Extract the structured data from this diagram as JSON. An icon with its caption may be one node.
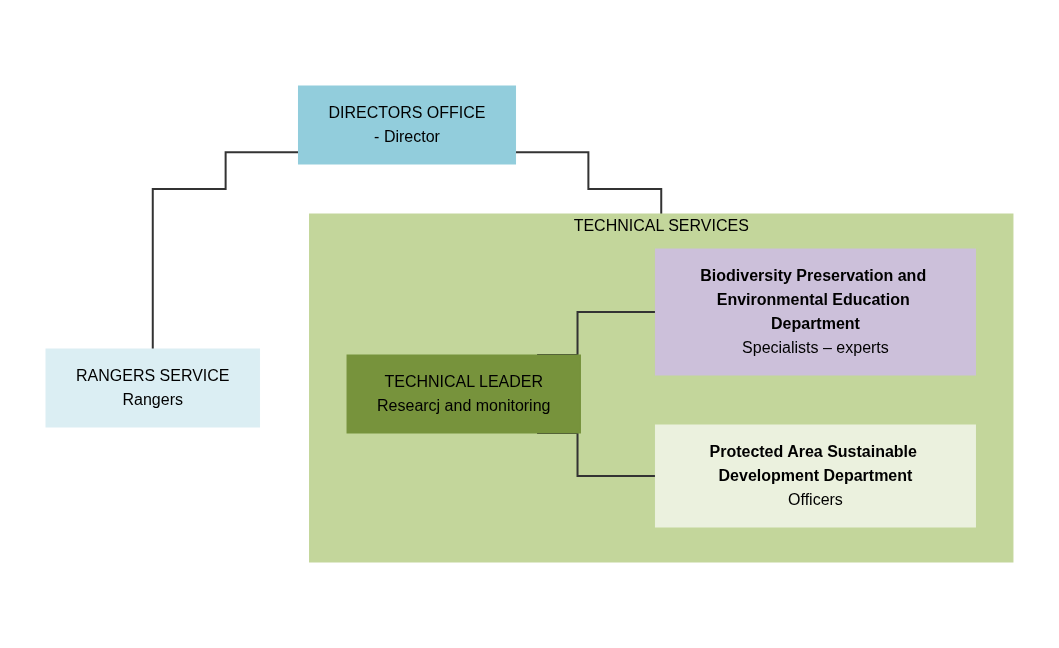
{
  "diagram": {
    "nodes": [
      {
        "text": [
          "DIRECTORS OFFICE",
          "- Director"
        ]
      },
      {
        "text": [
          "RANGERS SERVICE",
          "Rangers"
        ]
      },
      {
        "text": [
          "TECHNICAL SERVICES"
        ]
      },
      {
        "text": [
          "TECHNICAL LEADER",
          "Researcj and monitoring"
        ],
        "in": 2
      },
      {
        "text": [
          "Biodiversity Preservation and Environmental Education Department",
          "Specialists – experts"
        ],
        "in": 2
      },
      {
        "text": [
          "Protected Area Sustainable Development Department",
          "Officers"
        ],
        "in": 2
      }
    ],
    "edges": [
      {
        "from": 0,
        "to": 1,
        "arrow": "none"
      },
      {
        "from": 0,
        "to": 2,
        "arrow": "none"
      },
      {
        "from": 3,
        "to": 4,
        "arrow": "none"
      },
      {
        "from": 3,
        "to": 5,
        "arrow": "none"
      }
    ]
  }
}
